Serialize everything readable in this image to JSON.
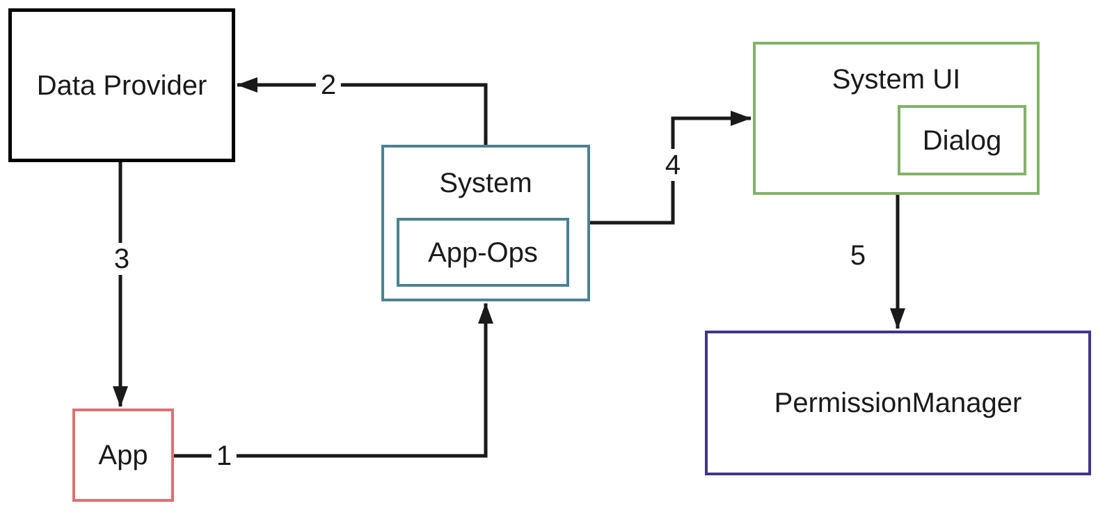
{
  "diagram": {
    "type": "architecture-flow-diagram",
    "background": "#ffffff",
    "nodes": {
      "data_provider": {
        "label": "Data Provider",
        "border_color": "#000000"
      },
      "app": {
        "label": "App",
        "border_color": "#de7070"
      },
      "system": {
        "label": "System",
        "border_color": "#4d818f"
      },
      "app_ops": {
        "label": "App-Ops",
        "border_color": "#4d818f",
        "parent": "System"
      },
      "system_ui": {
        "label": "System UI",
        "border_color": "#82b366"
      },
      "dialog": {
        "label": "Dialog",
        "border_color": "#82b366",
        "parent": "System UI"
      },
      "permission_manager": {
        "label": "PermissionManager",
        "border_color": "#3f3787"
      }
    },
    "edges": [
      {
        "label": "1",
        "from": "App",
        "to": "System"
      },
      {
        "label": "2",
        "from": "System",
        "to": "Data Provider"
      },
      {
        "label": "3",
        "from": "Data Provider",
        "to": "App"
      },
      {
        "label": "4",
        "from": "System",
        "to": "System UI"
      },
      {
        "label": "5",
        "from": "System UI",
        "to": "PermissionManager"
      }
    ],
    "colors": {
      "arrow": "#1a1a1a",
      "text": "#1a1a1a"
    }
  }
}
